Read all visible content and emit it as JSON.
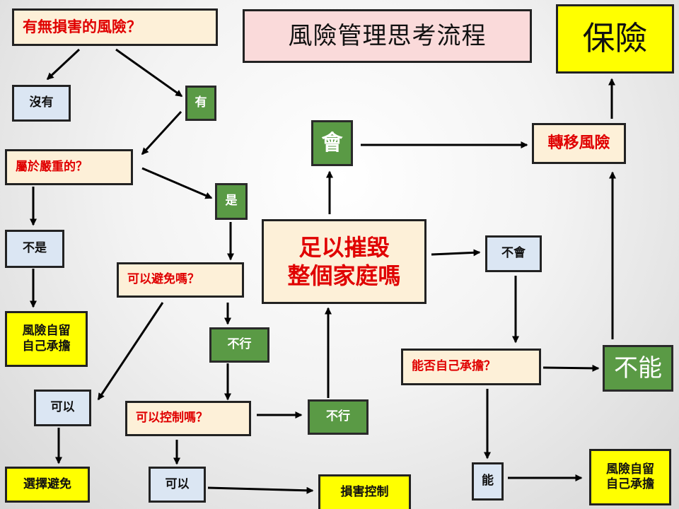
{
  "title": "風險管理思考流程",
  "insurance": "保險",
  "nodes": {
    "q_loss_risk": "有無損害的風險？",
    "no_loss": "沒有",
    "has_loss": "有",
    "q_severe": "屬於嚴重的？",
    "not_severe": "不是",
    "retain_1_line1": "風險自留",
    "retain_1_line2": "自己承擔",
    "is_severe": "是",
    "q_avoid": "可以避免嗎？",
    "can_avoid": "可以",
    "choose_avoid": "選擇避免",
    "cannot_avoid": "不行",
    "q_control": "可以控制嗎？",
    "can_control": "可以",
    "loss_control": "損害控制",
    "cannot_control": "不行",
    "q_ruin_line1": "足以摧毀",
    "q_ruin_line2": "整個家庭嗎",
    "will_ruin": "會",
    "transfer_risk": "轉移風險",
    "wont_ruin": "不會",
    "q_self_bear": "能否自己承擔？",
    "cannot_bear": "不能",
    "can_bear": "能",
    "retain_2_line1": "風險自留",
    "retain_2_line2": "自己承擔"
  },
  "colors": {
    "question_text": "#e00000",
    "question_fill": "#fdf0d8",
    "answer_fill_blue": "#dbe6f3",
    "answer_fill_green": "#5a9a45",
    "outcome_fill": "#ffff00",
    "title_fill": "#fadada"
  }
}
